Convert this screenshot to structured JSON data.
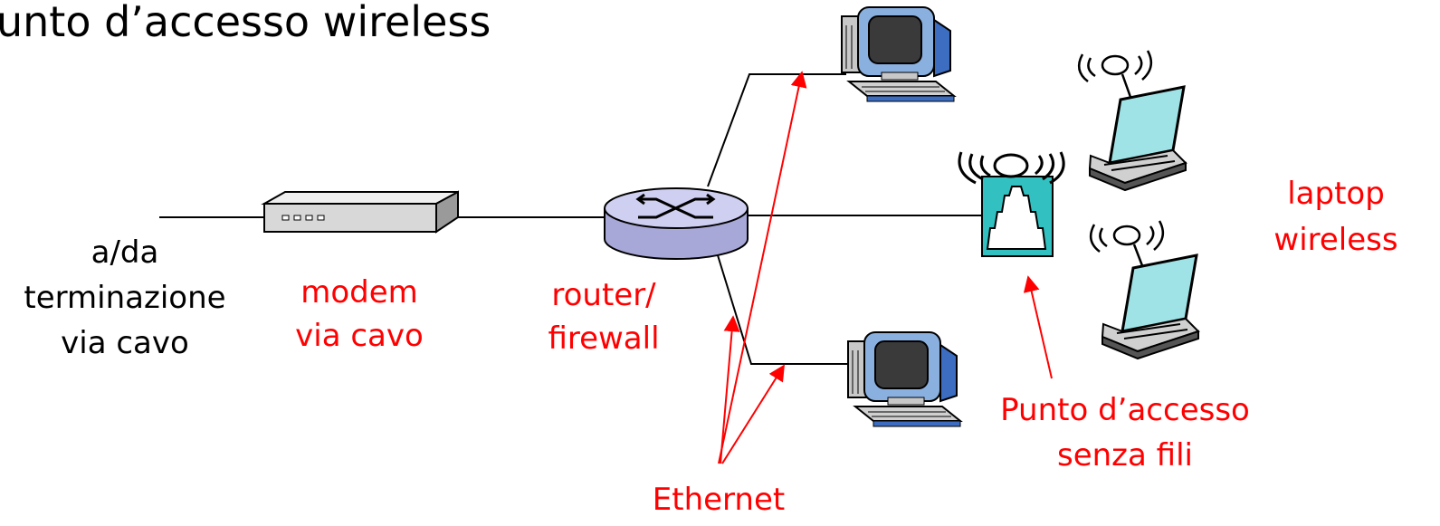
{
  "title": "unto d’accesso wireless",
  "labels": {
    "source_line1": "a/da",
    "source_line2": "terminazione",
    "source_line3": "via cavo",
    "modem_line1": "modem",
    "modem_line2": "via cavo",
    "router_line1": "router/",
    "router_line2": "firewall",
    "ethernet": "Ethernet",
    "ap_line1": "Punto d’accesso",
    "ap_line2": "senza fili",
    "laptop_line1": "laptop",
    "laptop_line2": "wireless"
  },
  "colors": {
    "annotation": "#ff0000",
    "text": "#000000",
    "router_fill": "#c8c8f0",
    "access_point_fill": "#33c0c0",
    "screen_fill": "#3a3a3a",
    "monitor_frame": "#8ab0e0",
    "laptop_screen": "#9fe3e6",
    "modem_fill": "#d8d8d8"
  },
  "icons": [
    "modem-icon",
    "router-icon",
    "desktop-computer-icon",
    "access-point-icon",
    "laptop-icon",
    "wireless-signal-icon"
  ]
}
